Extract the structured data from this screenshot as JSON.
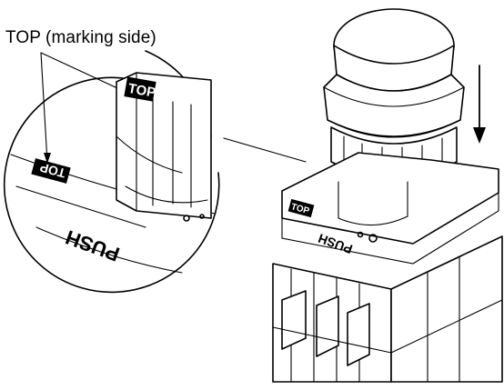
{
  "callout": {
    "text": "TOP (marking side)"
  },
  "markings": {
    "top_label": "TOP",
    "push_label": "PUSH"
  },
  "icons": {
    "arrow": "down-arrow-icon"
  }
}
